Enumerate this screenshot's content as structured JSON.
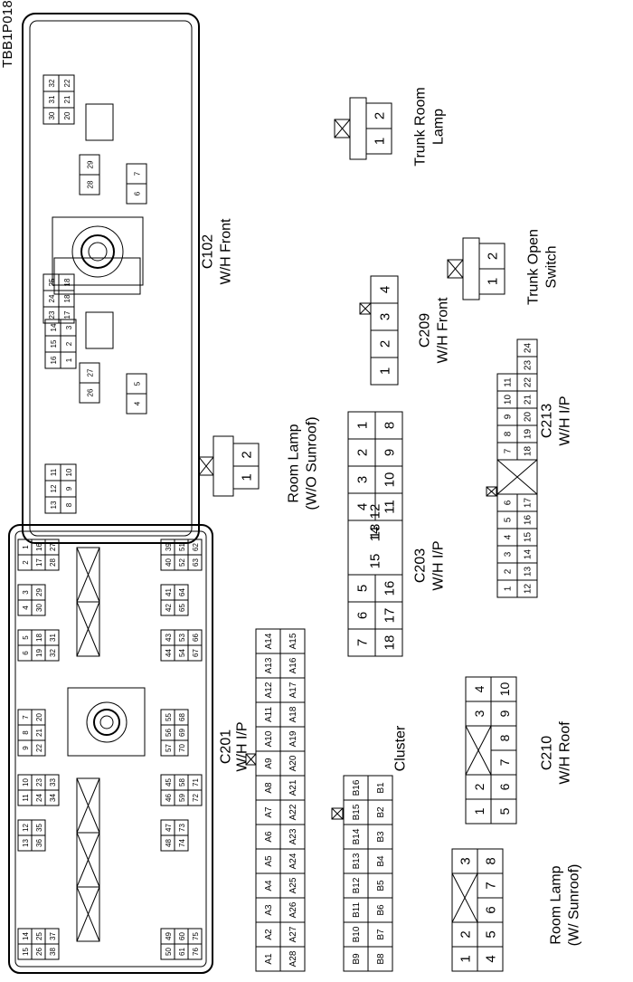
{
  "page_code": "TBB1P018",
  "connectors": {
    "c102": {
      "id": "C102",
      "name": "W/H Front",
      "top_left": [
        "30",
        "31",
        "32",
        "20",
        "21",
        "22"
      ],
      "top_mid": [
        "28",
        "29"
      ],
      "top_mid2": [
        "6",
        "7"
      ],
      "top_right": [
        "13",
        "12",
        "11",
        "8",
        "9",
        "10"
      ],
      "bot_left": [
        "23",
        "24",
        "25",
        "17",
        "18",
        "18"
      ],
      "bot_mid": [
        "26",
        "27"
      ],
      "bot_mid2": [
        "4",
        "5"
      ],
      "bot_right": [
        "16",
        "15",
        "14",
        "1",
        "2",
        "3"
      ]
    },
    "c201": {
      "id": "C201",
      "name": "W/H I/P",
      "g1": [
        "2",
        "1",
        "17",
        "16",
        "28",
        "27"
      ],
      "g2": [
        "4",
        "3",
        "30",
        "29"
      ],
      "g3": [
        "6",
        "5",
        "19",
        "18",
        "32",
        "31"
      ],
      "g4": [
        "9",
        "8",
        "7",
        "22",
        "21",
        "20"
      ],
      "g5": [
        "11",
        "10",
        "24",
        "23",
        "34",
        "33"
      ],
      "g6": [
        "13",
        "12",
        "36",
        "35"
      ],
      "g7": [
        "15",
        "14",
        "26",
        "25",
        "38",
        "37"
      ],
      "g8": [
        "40",
        "39",
        "52",
        "51",
        "63",
        "62"
      ],
      "g9": [
        "42",
        "41",
        "65",
        "64"
      ],
      "g10": [
        "44",
        "43",
        "54",
        "53",
        "67",
        "66"
      ],
      "g11": [
        "57",
        "56",
        "55",
        "70",
        "69",
        "68"
      ],
      "g12": [
        "46",
        "45",
        "59",
        "58",
        "72",
        "71"
      ],
      "g13": [
        "48",
        "47",
        "74",
        "73"
      ],
      "g14": [
        "50",
        "49",
        "61",
        "60",
        "76",
        "75"
      ]
    },
    "c201a": {
      "row1": [
        "A1",
        "A2",
        "A3",
        "A4",
        "A5",
        "A6",
        "A7",
        "A8",
        "A9",
        "A10",
        "A11",
        "A12",
        "A13",
        "A14"
      ],
      "row2": [
        "A28",
        "A27",
        "A26",
        "A25",
        "A24",
        "A23",
        "A22",
        "A21",
        "A20",
        "A19",
        "A18",
        "A17",
        "A16",
        "A15"
      ]
    },
    "cluster": {
      "name": "Cluster",
      "row1": [
        "B9",
        "B10",
        "B11",
        "B12",
        "B13",
        "B14",
        "B15",
        "B16"
      ],
      "row2": [
        "B8",
        "B7",
        "B6",
        "B5",
        "B4",
        "B3",
        "B2",
        "B1"
      ]
    },
    "c203": {
      "id": "C203",
      "name": "W/H I/P",
      "row1": [
        "7",
        "6",
        "5",
        "4",
        "3",
        "2",
        "1"
      ],
      "mid": [
        "15",
        "14",
        "13",
        "12"
      ],
      "row2": [
        "18",
        "17",
        "16",
        "11",
        "10",
        "9",
        "8"
      ]
    },
    "c213": {
      "id": "C213",
      "name": "W/H I/P",
      "row1": [
        "1",
        "2",
        "3",
        "4",
        "5",
        "6",
        "7",
        "8",
        "9",
        "10",
        "11"
      ],
      "row2": [
        "12",
        "13",
        "14",
        "15",
        "16",
        "17",
        "18",
        "19",
        "20",
        "21",
        "22",
        "23",
        "24"
      ]
    },
    "c210": {
      "id": "C210",
      "name": "W/H Roof",
      "row1": [
        "1",
        "2",
        "3",
        "4"
      ],
      "row2": [
        "5",
        "6",
        "7",
        "8",
        "9",
        "10"
      ]
    },
    "c209": {
      "id": "C209",
      "name": "W/H Front",
      "pins": [
        "1",
        "2",
        "3",
        "4"
      ]
    },
    "room_lamp_sunroof": {
      "name": "Room Lamp",
      "note": "(W/ Sunroof)",
      "row1": [
        "1",
        "2",
        "3"
      ],
      "row2": [
        "4",
        "5",
        "6",
        "7",
        "8"
      ]
    },
    "room_lamp_no_sunroof": {
      "name": "Room Lamp",
      "note": "(W/O Sunroof)",
      "pins": [
        "1",
        "2"
      ]
    },
    "trunk_room_lamp": {
      "name1": "Trunk Room",
      "name2": "Lamp",
      "pins": [
        "1",
        "2"
      ]
    },
    "trunk_open_switch": {
      "name1": "Trunk Open",
      "name2": "Switch",
      "pins": [
        "1",
        "2"
      ]
    }
  }
}
